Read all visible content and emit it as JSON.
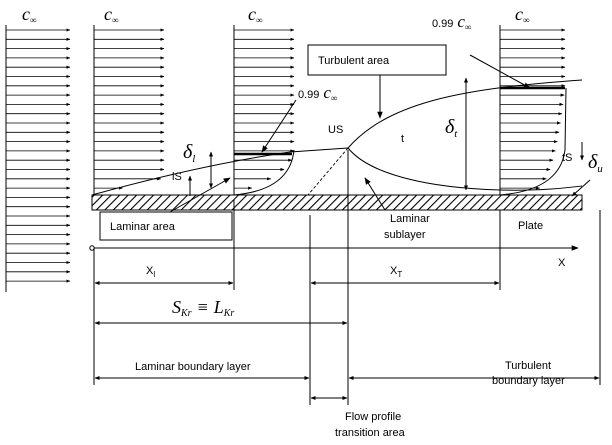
{
  "labels": {
    "c_inf": "c",
    "inf": "∞",
    "c099": "0.99",
    "turbulent_area": "Turbulent area",
    "laminar_area": "Laminar area",
    "laminar_sublayer_1": "Laminar",
    "laminar_sublayer_2": "sublayer",
    "plate": "Plate",
    "x_axis": "X",
    "us": "US",
    "t": "t",
    "ls": "lS",
    "ts": "tS",
    "delta": "δ",
    "sub_l": "l",
    "sub_t": "t",
    "sub_u": "u",
    "x_l": "X",
    "x_l_sub": "l",
    "x_t": "X",
    "x_t_sub": "T",
    "s_kr": "S",
    "kr": "Kr",
    "equiv": "≡",
    "l_kr": "L",
    "laminar_bl": "Laminar boundary layer",
    "turbulent_bl_1": "Turbulent",
    "turbulent_bl_2": "boundary layer",
    "transition_1": "Flow profile",
    "transition_2": "transition area"
  }
}
